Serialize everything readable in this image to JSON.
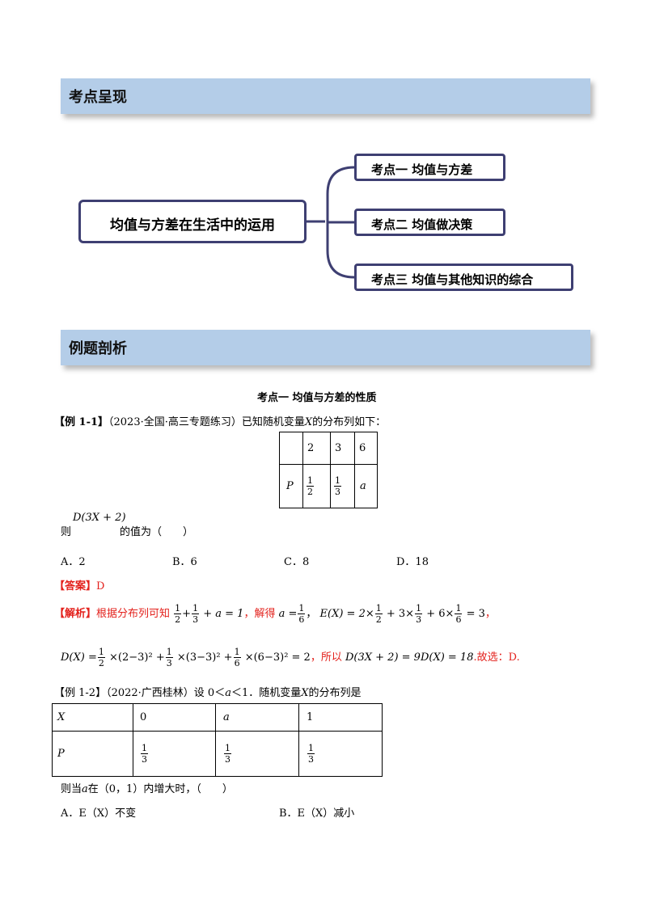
{
  "banners": {
    "section1": "考点呈现",
    "section2": "例题剖析"
  },
  "mindmap": {
    "main": "均值与方差在生活中的运用",
    "branches": [
      "考点一  均值与方差",
      "考点二  均值做决策",
      "考点三  均值与其他知识的综合"
    ]
  },
  "topic_title": "考点一  均值与方差的性质",
  "ex1": {
    "label": "【例 1-1】",
    "source": "（2023·全国·高三专题练习）已知随机变量",
    "var": "X",
    "tail": "的分布列如下：",
    "table": {
      "header": [
        "",
        "2",
        "3",
        "6"
      ],
      "p_label": "P",
      "p_third": "a",
      "frac1": [
        "1",
        "2"
      ],
      "frac2": [
        "1",
        "3"
      ]
    },
    "formula": "D(3X + 2)",
    "question_prefix": "则",
    "question_suffix": "的值为（　　）",
    "options": [
      "A．2",
      "B．6",
      "C．8",
      "D．18"
    ],
    "answer_label": "【答案】",
    "answer": "D",
    "analysis_label": "【解析】",
    "analysis_line1_text": "根据分布列可知",
    "analysis_line1_eq1": "+ a = 1",
    "analysis_line1_mid": "，解得",
    "analysis_line1_a": "a =",
    "analysis_line1_e": "E(X) = 2×",
    "analysis_line1_e2": "+ 3×",
    "analysis_line1_e3": "+ 6×",
    "analysis_line1_e4": "= 3",
    "analysis_line2_d": "D(X) =",
    "analysis_line2_t1": "×(2−3)² +",
    "analysis_line2_t2": "×(3−3)² +",
    "analysis_line2_t3": "×(6−3)² = 2",
    "analysis_line2_so": "，所以",
    "analysis_line2_res": "D(3X + 2) = 9D(X) = 18",
    "analysis_line2_end": ".故选：D."
  },
  "ex2": {
    "label": "【例 1-2】",
    "source": "（2022·广西桂林）设 0＜",
    "a": "a",
    "source2": "＜1．随机变量",
    "var": "X",
    "tail": "的分布列是",
    "table": {
      "row1": [
        "X",
        "0",
        "a",
        "1"
      ],
      "row2_label": "P",
      "frac": [
        "1",
        "3"
      ]
    },
    "question": "则当",
    "question2": "在（0，1）内增大时，（　　）",
    "options": [
      "A．E（X）不变",
      "B．E（X）减小"
    ]
  }
}
